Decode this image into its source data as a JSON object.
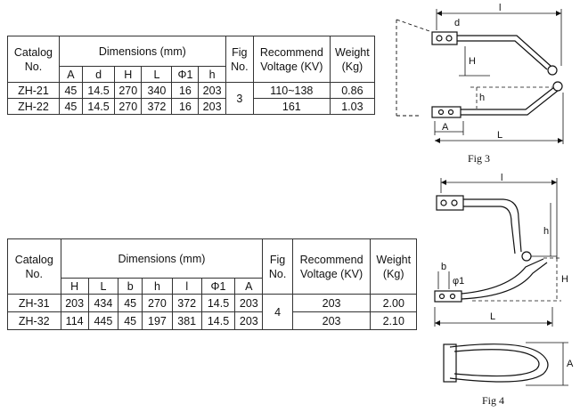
{
  "table1": {
    "h_catalog": "Catalog No.",
    "h_dimensions": "Dimensions (mm)",
    "h_fig": "Fig No.",
    "h_voltage": "Recommend Voltage (KV)",
    "h_weight": "Weight (Kg)",
    "cols": [
      "A",
      "d",
      "H",
      "L",
      "Φ1",
      "h"
    ],
    "fig": "3",
    "rows": [
      {
        "catalog": "ZH-21",
        "dims": [
          "45",
          "14.5",
          "270",
          "340",
          "16",
          "203"
        ],
        "voltage": "110~138",
        "weight": "0.86"
      },
      {
        "catalog": "ZH-22",
        "dims": [
          "45",
          "14.5",
          "270",
          "372",
          "16",
          "203"
        ],
        "voltage": "161",
        "weight": "1.03"
      }
    ]
  },
  "table2": {
    "h_catalog": "Catalog No.",
    "h_dimensions": "Dimensions (mm)",
    "h_fig": "Fig No.",
    "h_voltage": "Recommend Voltage (KV)",
    "h_weight": "Weight (Kg)",
    "cols": [
      "H",
      "L",
      "b",
      "h",
      "l",
      "Φ1",
      "A"
    ],
    "fig": "4",
    "rows": [
      {
        "catalog": "ZH-31",
        "dims": [
          "203",
          "434",
          "45",
          "270",
          "372",
          "14.5",
          "203"
        ],
        "voltage": "203",
        "weight": "2.00"
      },
      {
        "catalog": "ZH-32",
        "dims": [
          "114",
          "445",
          "45",
          "197",
          "381",
          "14.5",
          "203"
        ],
        "voltage": "203",
        "weight": "2.10"
      }
    ]
  },
  "fig3": {
    "caption": "Fig 3",
    "labels": {
      "l": "l",
      "d": "d",
      "H": "H",
      "h": "h",
      "A": "A",
      "L": "L"
    }
  },
  "fig4": {
    "caption": "Fig 4",
    "labels": {
      "l": "l",
      "h": "h",
      "b": "b",
      "phi": "φ1",
      "H": "H",
      "L": "L",
      "A": "A"
    }
  }
}
